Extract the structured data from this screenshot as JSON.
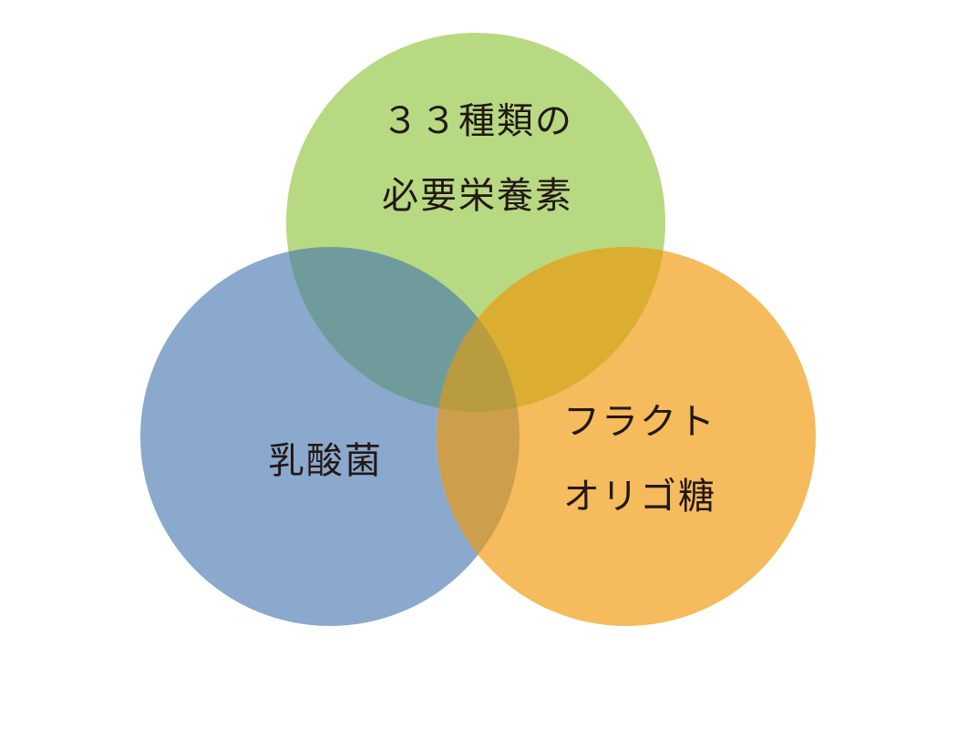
{
  "diagram": {
    "type": "venn",
    "sets": [
      {
        "id": "nutrients",
        "lines": [
          "３３種類の",
          "必要栄養素"
        ],
        "color": "#b7d981"
      },
      {
        "id": "lactic",
        "lines": [
          "乳酸菌"
        ],
        "color": "#8ba9cd"
      },
      {
        "id": "oligo",
        "lines": [
          "フラクト",
          "オリゴ糖"
        ],
        "color": "#f5bb5c"
      }
    ],
    "overlap_colors": {
      "nutrients_lactic": "#6f9b9c",
      "nutrients_oligo": "#dbad30",
      "lactic_oligo": "#cd9e4c",
      "all": "#b99b40"
    }
  }
}
